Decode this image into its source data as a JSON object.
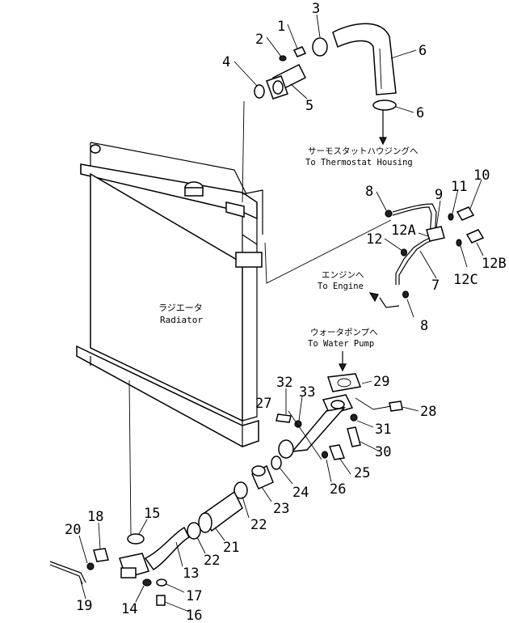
{
  "radiator_label": {
    "jp": "ラジエータ",
    "en": "Radiator"
  },
  "notes": {
    "thermostat": {
      "jp": "サーモスタットハウジングへ",
      "en": "To Thermostat Housing"
    },
    "engine": {
      "jp": "エンジンへ",
      "en": "To Engine"
    },
    "water_pump": {
      "jp": "ウォータポンプへ",
      "en": "To Water Pump"
    }
  },
  "callouts": [
    "1",
    "2",
    "3",
    "4",
    "5",
    "6",
    "6",
    "8",
    "9",
    "10",
    "11",
    "12",
    "12A",
    "12B",
    "12C",
    "7",
    "8",
    "29",
    "28",
    "27",
    "31",
    "30",
    "32",
    "33",
    "24",
    "25",
    "26",
    "23",
    "22",
    "21",
    "22",
    "15",
    "18",
    "20",
    "13",
    "19",
    "14",
    "17",
    "16"
  ]
}
